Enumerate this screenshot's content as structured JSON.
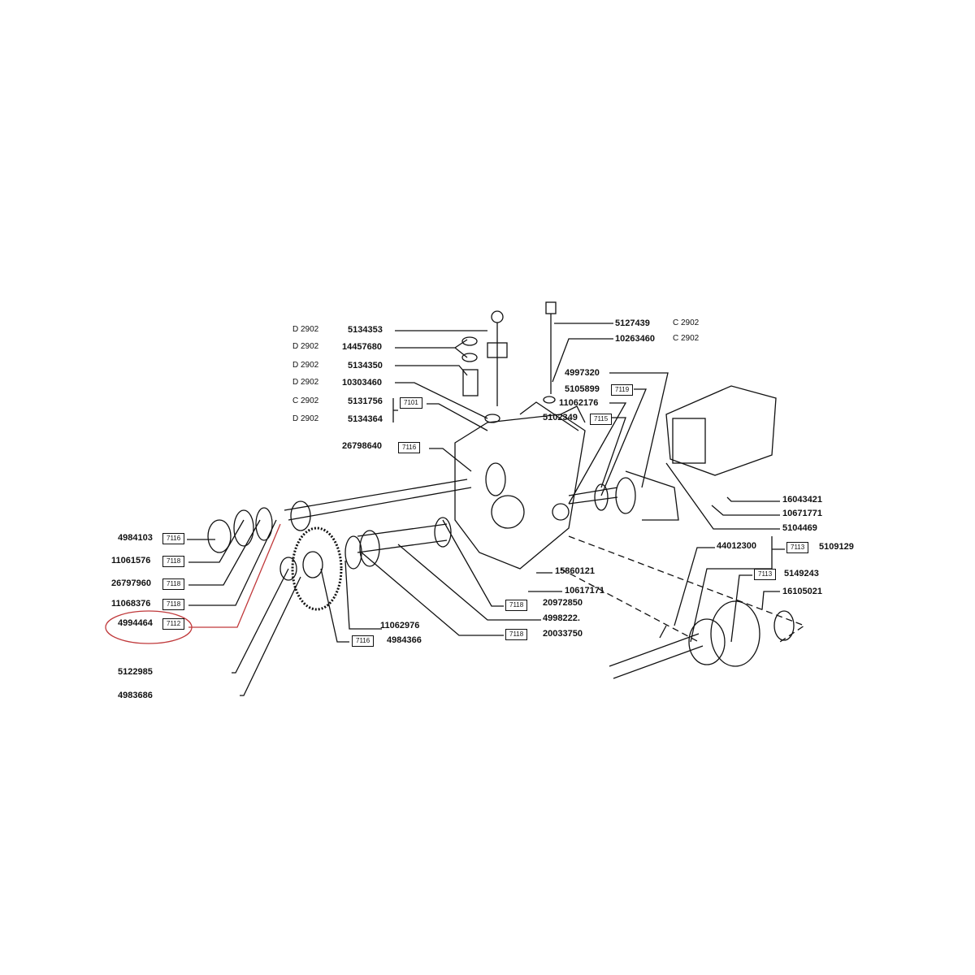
{
  "group_codes": [
    "D 2902",
    "D 2902",
    "D 2902",
    "D 2902",
    "C 2902",
    "D 2902",
    "C 2902",
    "C 2902"
  ],
  "parts": {
    "p5134353": "5134353",
    "p14457680": "14457680",
    "p5134350": "5134350",
    "p10303460": "10303460",
    "p5131756": "5131756",
    "p5134364": "5134364",
    "p26798640": "26798640",
    "p5127439": "5127439",
    "p10263460": "10263460",
    "p4997320": "4997320",
    "p5105899": "5105899",
    "p11062176": "11062176",
    "p5102349": "5102349",
    "p16043421": "16043421",
    "p10671771": "10671771",
    "p5104469": "5104469",
    "p44012300": "44012300",
    "p5109129": "5109129",
    "p5149243": "5149243",
    "p16105021": "16105021",
    "p15860121": "15860121",
    "p10617171": "10617171",
    "p20972850": "20972850",
    "p4998222": "4998222.",
    "p20033750": "20033750",
    "p11062976": "11062976",
    "p4984366": "4984366",
    "p4984103": "4984103",
    "p11061576": "11061576",
    "p26797960": "26797960",
    "p11068376": "11068376",
    "p4994464": "4994464",
    "p5122985": "5122985",
    "p4983686": "4983686"
  },
  "boxes": {
    "b7101": "7101",
    "b7116a": "7116",
    "b7119": "7119",
    "b7115": "7115",
    "b7113a": "7113",
    "b7113b": "7113",
    "b7118a": "7118",
    "b7118b": "7118",
    "b7116b": "7116",
    "b7116c": "7116",
    "b7118c": "7118",
    "b7118d": "7118",
    "b7118e": "7118",
    "b7112": "7112"
  },
  "highlight_color": "#c0393b"
}
